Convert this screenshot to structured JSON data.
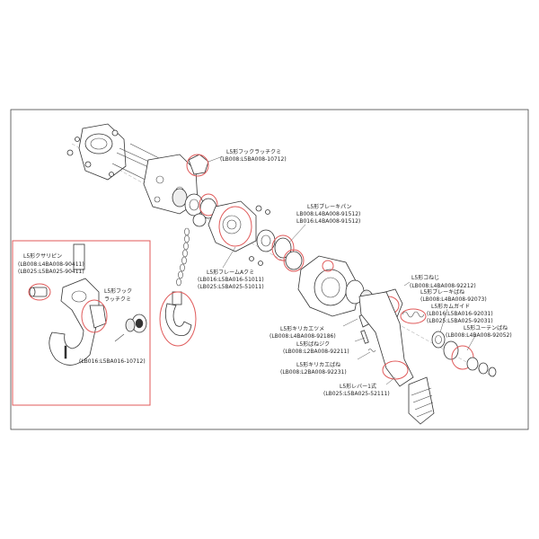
{
  "labels": {
    "hook_latch": {
      "name": "L5形フックラッチクミ",
      "code": "(LB008:L5BA008-10712)"
    },
    "brake_pan": {
      "name": "L5形ブレーキパン",
      "code1": "LB008:L4BA008-91512)",
      "code2": "LB016:L4BA008-91512)"
    },
    "frame_a": {
      "name": "L5形フレームAクミ",
      "code1": "(LB016:L5BA016-51011)",
      "code2": "(LB025:L5BA025-51011)"
    },
    "hook_chain": {
      "name": "L5形クサリピン",
      "code1": "(LB008:L4BA008-90411)",
      "code2": "(LB025:L5BA025-90411)"
    },
    "hook_latch_inset": {
      "name1": "L5形フック",
      "name2": "ラッチクミ",
      "code": "(LB016:L5BA016-10712)"
    },
    "kiri_claw": {
      "name": "L5形キリカエツメ",
      "code": "(LB008:L4BA008-92186)"
    },
    "spring_shaft": {
      "name": "L5形ばねジク",
      "code": "(LB008:L2BA008-92211)"
    },
    "kiri_spring": {
      "name": "L5形キリカエばね",
      "code": "(LB008:L2BA008-92231)"
    },
    "lever": {
      "name": "L5形レバー1式",
      "code": "(LB025:L5BA025-52111)"
    },
    "screw": {
      "name": "L5形コねじ",
      "code": "(LB008:L4BA008-92212)"
    },
    "brake_spring": {
      "name": "L5形ブレーキばね",
      "code": "(LB008:L4BA008-92073)"
    },
    "cam_guide": {
      "name": "L5形カムガイド",
      "code1": "(LB016:L5BA016-92031)",
      "code2": "(LB025:L5BA025-92031)"
    },
    "uten_spring": {
      "name": "L5形ユーテンばね",
      "code": "(LB008:L4BA008-92052)"
    }
  },
  "colors": {
    "highlight": "#e05a5a",
    "line": "#333333"
  }
}
